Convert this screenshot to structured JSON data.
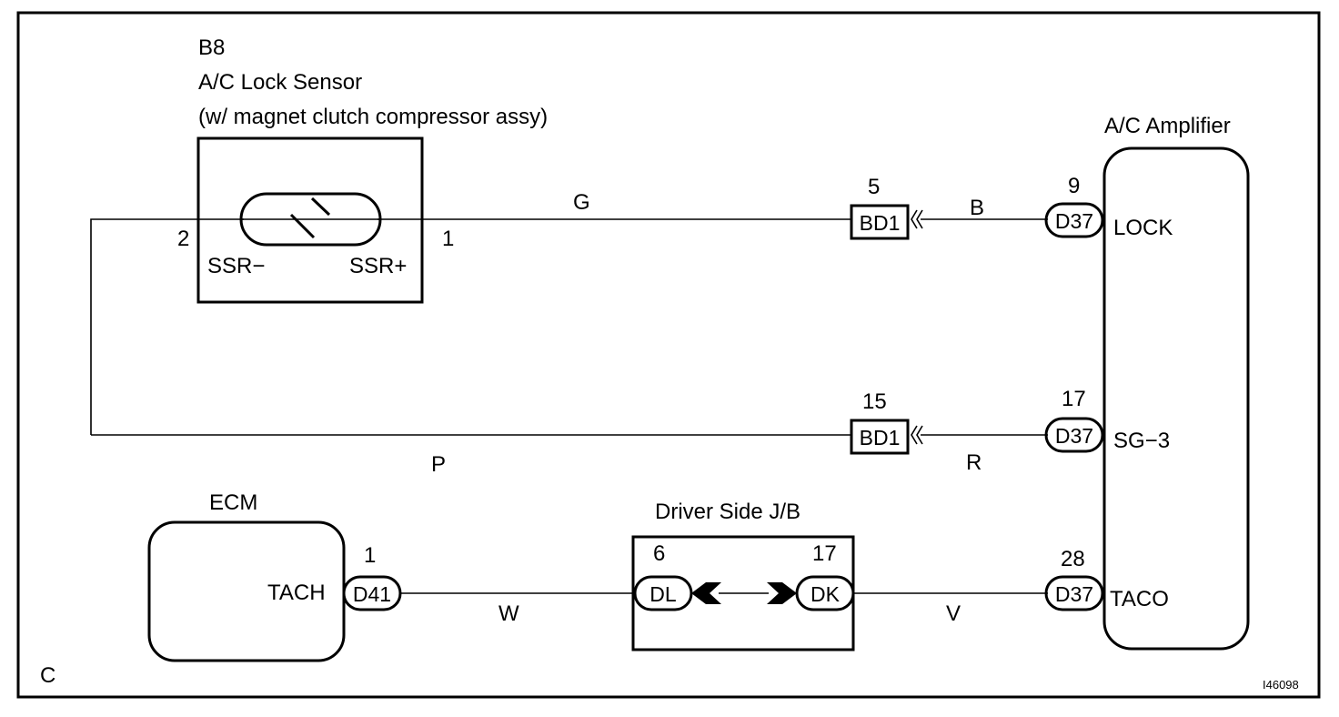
{
  "diagram_id": "I46098",
  "corner_label": "C",
  "lock_sensor": {
    "ref": "B8",
    "name": "A/C Lock Sensor",
    "note": "(w/ magnet clutch compressor assy)",
    "pin_minus_num": "2",
    "pin_minus_name": "SSR−",
    "pin_plus_num": "1",
    "pin_plus_name": "SSR+"
  },
  "amplifier": {
    "name": "A/C Amplifier",
    "pins": [
      {
        "connector": "D37",
        "num": "9",
        "name": "LOCK"
      },
      {
        "connector": "D37",
        "num": "17",
        "name": "SG−3"
      },
      {
        "connector": "D37",
        "num": "28",
        "name": "TACO"
      }
    ]
  },
  "junction_connectors": [
    {
      "code": "BD1",
      "num": "5"
    },
    {
      "code": "BD1",
      "num": "15"
    }
  ],
  "ecm": {
    "name": "ECM",
    "pin_name": "TACH",
    "connector": "D41",
    "num": "1"
  },
  "jb": {
    "name": "Driver Side J/B",
    "left_connector": "DL",
    "left_num": "6",
    "right_connector": "DK",
    "right_num": "17"
  },
  "wire_colors": {
    "g": "G",
    "b": "B",
    "p": "P",
    "r": "R",
    "w": "W",
    "v": "V"
  }
}
